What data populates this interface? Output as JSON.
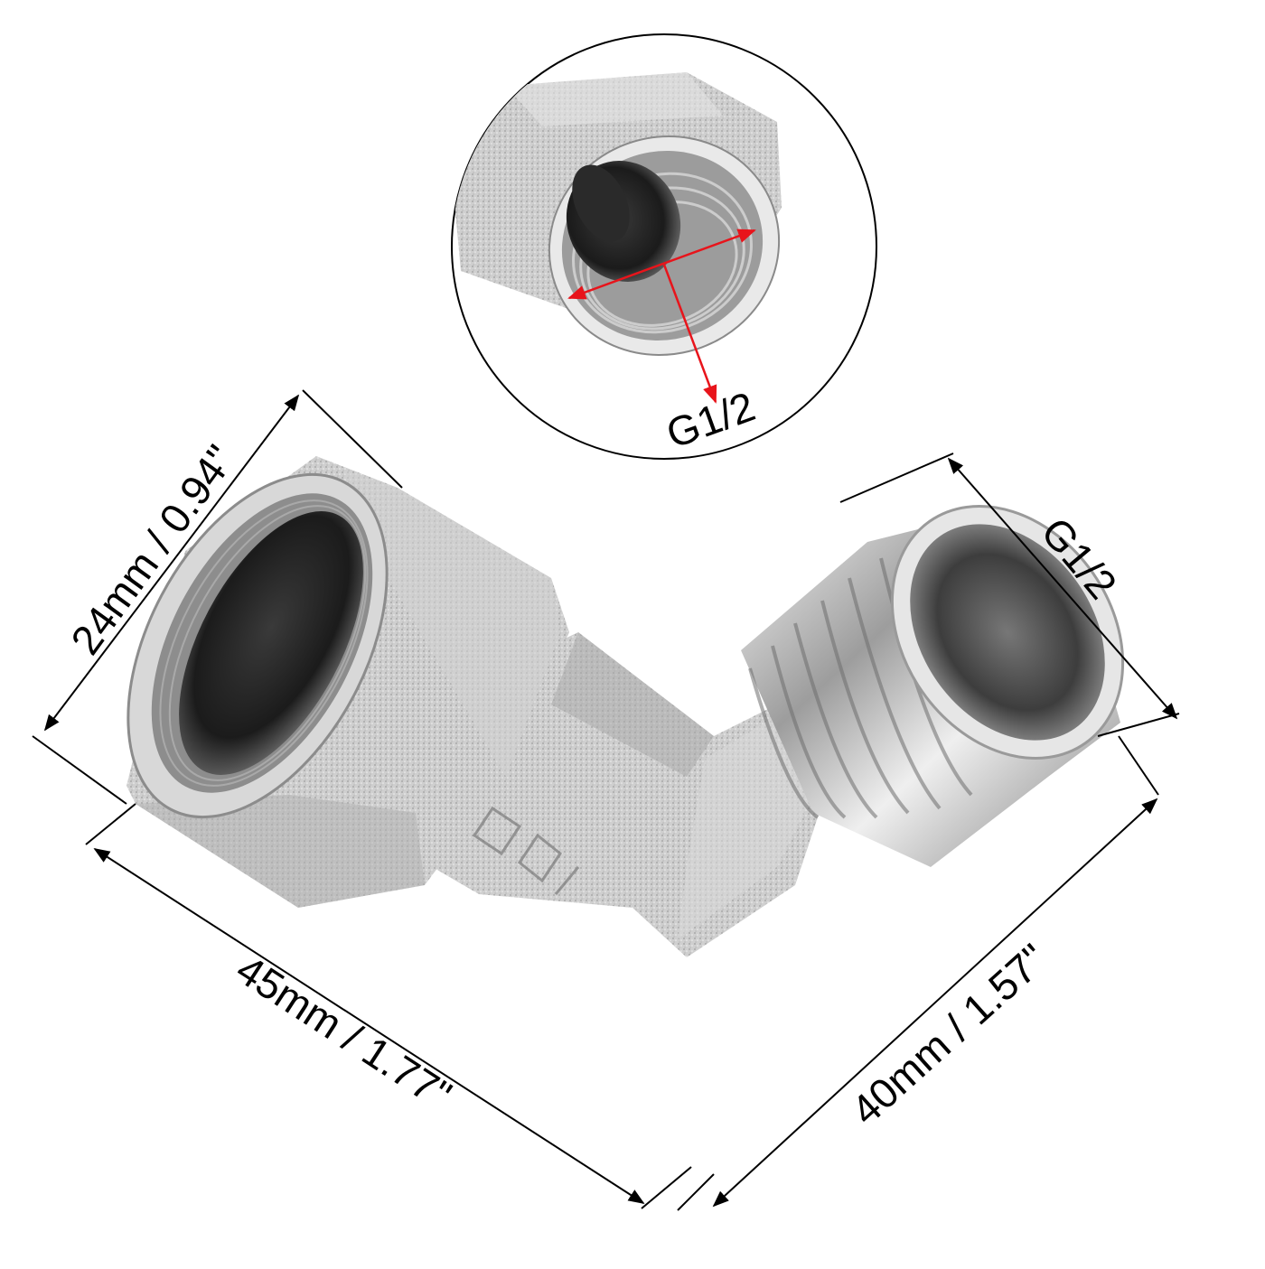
{
  "product": {
    "name": "90 degree female to male threaded elbow pipe fitting",
    "material_finish": "nickel-plated brass (silver, textured)",
    "body_marking": "obscured casting marks"
  },
  "inset": {
    "label": "G1/2",
    "description": "female thread opening close-up",
    "arrow_color": "#e8141b"
  },
  "dimensions": {
    "hex_width": "24mm / 0.94\"",
    "length_female_side": "45mm / 1.77\"",
    "length_male_side": "40mm / 1.57\"",
    "male_thread": "G1/2"
  },
  "colors": {
    "background": "#ffffff",
    "line": "#000000",
    "metal_light": "#e6e6e6",
    "metal_mid": "#b9b9b9",
    "metal_dark": "#5a5a5a",
    "bore_dark": "#1c1c1c",
    "accent_red": "#e8141b"
  }
}
